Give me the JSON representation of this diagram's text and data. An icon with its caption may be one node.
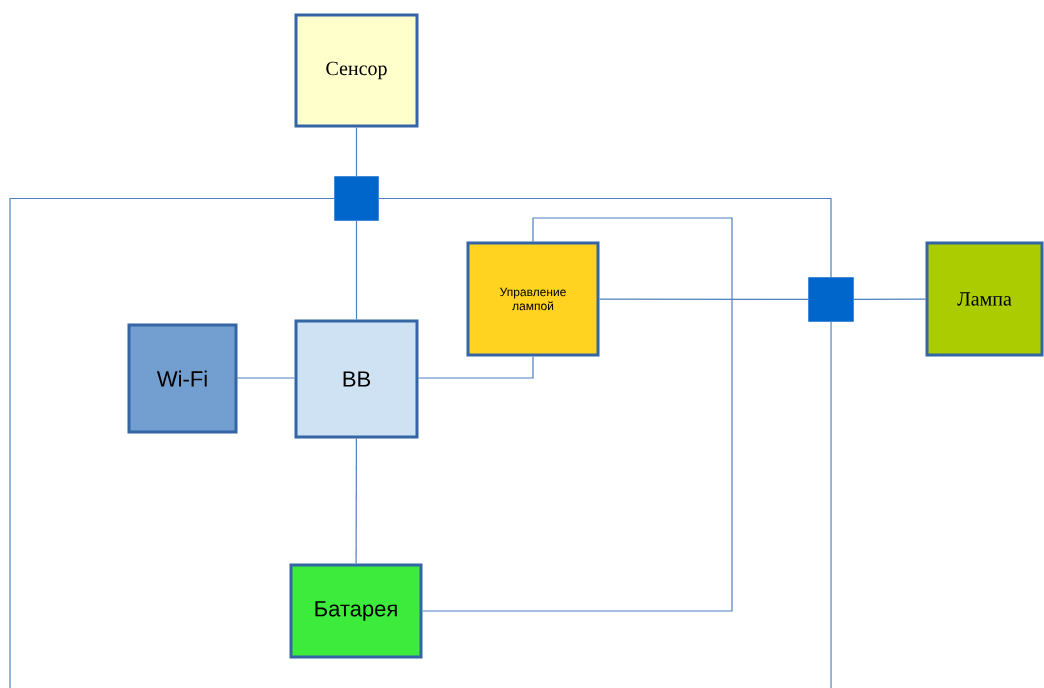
{
  "diagram": {
    "nodes": [
      {
        "text": [
          "Сенсор"
        ]
      },
      {
        "text": [],
        "shape": "box"
      },
      {
        "text": [
          "Управление лампой"
        ]
      },
      {
        "text": [],
        "shape": "box"
      },
      {
        "text": [
          "Лампа"
        ]
      },
      {
        "text": [
          "Wi-Fi"
        ]
      },
      {
        "text": [
          "BB"
        ]
      },
      {
        "text": [
          "Батарея"
        ]
      }
    ],
    "edges": [
      {
        "from": 0,
        "to": 1,
        "arrow": "none"
      },
      {
        "from": 1,
        "to": 6,
        "arrow": "none"
      },
      {
        "from": 5,
        "to": 6,
        "arrow": "none"
      },
      {
        "from": 6,
        "to": 2,
        "arrow": "none"
      },
      {
        "from": 7,
        "to": 2,
        "arrow": "none"
      },
      {
        "from": 2,
        "to": 3,
        "arrow": "none"
      },
      {
        "from": 3,
        "to": 4,
        "arrow": "none"
      },
      {
        "from": 1,
        "to": 3,
        "arrow": "none"
      },
      {
        "from": 1,
        "to": null,
        "arrow": "none"
      },
      {
        "from": 3,
        "to": null,
        "arrow": "none"
      },
      {
        "from": 6,
        "to": 7,
        "arrow": "none"
      }
    ]
  }
}
